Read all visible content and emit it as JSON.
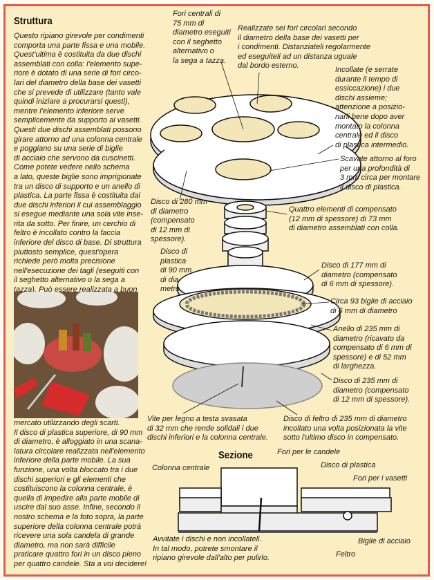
{
  "left_column": {
    "title": "Struttura",
    "paragraph_1": "Questo ripiano girevole per condimenti\ncomporta una parte fissa e una mobile.\nQuest'ultima è costituita da due dischi\nassemblati con colla: l'elemento supe-\nriore è dotato di una serie di fori circo-\nlari del diametro della base dei vasetti\nche si prevede di utilizzare (tanto vale\nquindi iniziare a procurarsi questi),\nmentre l'elemento inferiore serve\nsemplicemente da supporto ai vasetti.\nQuesti due dischi assemblati possono\ngirare attorno ad una colonna centrale\ne poggiano su una serie di biglie\ndi acciaio che servono da cuscinetti.\nCome potete vedere nello schema\na lato, queste biglie sono imprigionate\ntra un disco di supporto e un anello di\nplastica. La parte fissa è costituita dai\ndue dischi inferiori il cui assemblaggio\nsi esegue mediante una sola vite inse-\nrita da sotto. Per finire, un cerchio di\nfeltro è incollato contro la faccia\ninferiore del disco di base. Di struttura\npiuttosto semplice, quest'opera\nrichiede però molta precisione\nnell'esecuzione dei tagli (eseguiti con\nil seghetto alternativo o la sega a\ntazza). Può essere realizzata a buon",
    "paragraph_2": "mercato utilizzando degli scarti.\nIl disco di plastica superiore, di 90 mm\ndi diametro, è alloggiato in una scana-\nlatura circolare realizzata nell'elemento\ninferiore della parte mobile. La sua\nfunzione, una volta bloccato tra i due\ndischi superiori e gli elementi che\ncostituiscono la colonna centrale, è\nquella di impedire alla parte mobile di\nuscire dal suo asse. Infine, secondo il\nnostro schema e la foto sopra, la parte\nsuperiore della colonna centrale potrà\nricevere una sola candela di grande\ndiametro, ma non sarà difficile\npraticare quattro fori in un disco pieno\nper quattro candele. Sta a voi decidere!"
  },
  "exploded_view": {
    "fori_centrali": "Fori centrali di\n75 mm di\ndiametro eseguiti\ncon il seghetto\nalternativo o\nla sega a tazza.",
    "realizzate": "Realizzate sei fori circolari secondo\nil diametro della base dei vasetti per\ni condimenti. Distanziateli regolarmente\ned eseguiteli ad un distanza uguale\ndal bordo esterno.",
    "incollate": "Incollate (e serrate\ndurante il tempo di\nessiccazione) i due\ndischi assieme;\nattenzione a posizio-\nnarli bene dopo aver\nmontato la colonna\ncentrale ed il disco\ndi plastica intermedio.",
    "scavate": "Scavate attorno al foro\nper una profondità di\n3 mm circa per montare\nil disco di plastica.",
    "disco_280": "Disco di 280 mm\ndi diametro\n(compensato\ndi 12 mm di\nspessore).",
    "quattro_elementi": "Quattro elementi di compensato\n(12 mm di spessore) di 73 mm\ndi diametro assemblati con colla.",
    "disco_plastica": "Disco di\nplastica\ndi 90 mm\ndi dia-\nmetro",
    "disco_177": "Disco di 177 mm di\ndiametro (compensato\ndi 6 mm di spessore).",
    "biglie": "Circa 93 biglie di acciaio\ndi 6 mm di diametro",
    "anello_235": "Anello di 235 mm di\ndiametro (ricavato da\ncompensato di 6 mm di\nspessore) e di 52 mm\ndi larghezza.",
    "disco_235": "Disco di 235 mm di\ndiametro (compensato\ndi 12 mm di spessore).",
    "vite": "Vite per legno a testa svasata\ndi 32 mm che rende solidali i due\ndischi inferiori e la colonna centrale.",
    "feltro_disco": "Disco di feltro di 235 mm di diametro\nincollato una volta posizionata la vite\nsotto l'ultimo disco in compensato."
  },
  "section_view": {
    "title": "Sezione",
    "fori_candele": "Fori per le candele",
    "colonna_centrale": "Colonna centrale",
    "disco_plastica": "Disco di plastica",
    "fori_vasetti": "Fori per i vasetti",
    "avvitate": "Avvitate i dischi e non incollateli.\nIn tal modo, potrete smontare il\nripiano girevole dall'alto per pulirlo.",
    "biglie": "Biglie di acciaio",
    "feltro": "Feltro"
  },
  "colors": {
    "border": "#e45a4c",
    "background": "#fbeec3"
  }
}
